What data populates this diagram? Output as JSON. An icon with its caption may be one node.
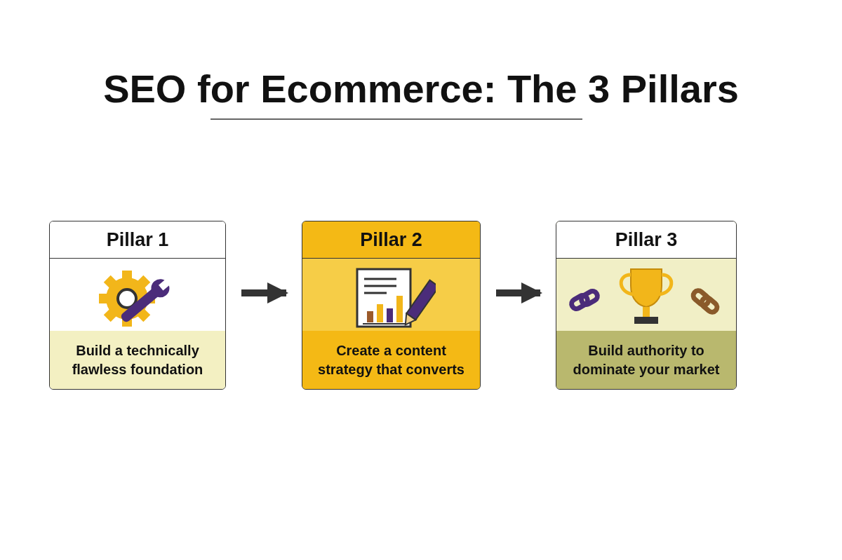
{
  "diagram": {
    "title": "SEO for Ecommerce: The 3 Pillars",
    "nodes": [
      {
        "text": [
          "Pillar 1",
          "Build a technically flawless foundation"
        ]
      },
      {
        "text": [
          "Pillar 2",
          "Create a content strategy that converts"
        ]
      },
      {
        "text": [
          "Pillar 3",
          "Build authority to dominate your market"
        ]
      }
    ],
    "edges": [
      {
        "from": 0,
        "to": 1,
        "arrow": "to"
      },
      {
        "from": 1,
        "to": 2,
        "arrow": "to"
      }
    ]
  }
}
